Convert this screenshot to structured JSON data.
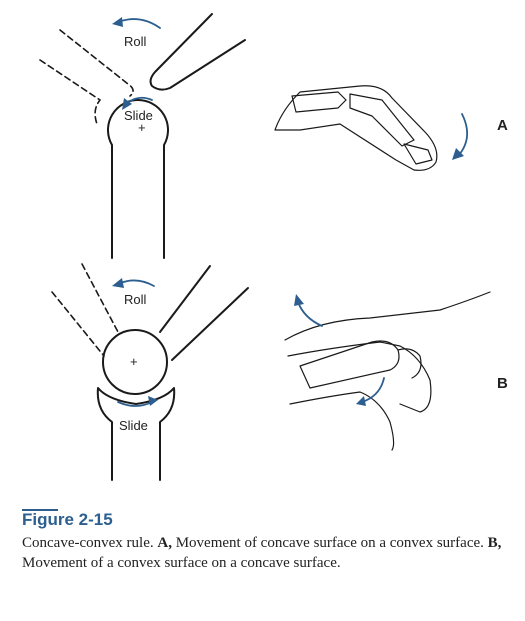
{
  "figure": {
    "top_diagram": {
      "roll_label": "Roll",
      "slide_label": "Slide"
    },
    "bottom_diagram": {
      "roll_label": "Roll",
      "slide_label": "Slide"
    },
    "panel_a": "A",
    "panel_b": "B"
  },
  "caption": {
    "title": "Figure 2-15",
    "intro": "Concave-convex rule.",
    "a_letter": "A,",
    "a_text": "Movement of concave surface on a convex surface.",
    "b_letter": "B,",
    "b_text": "Movement of a convex surface on a concave surface."
  },
  "colors": {
    "accent": "#2c5f8f",
    "ink": "#1a1a1a"
  }
}
